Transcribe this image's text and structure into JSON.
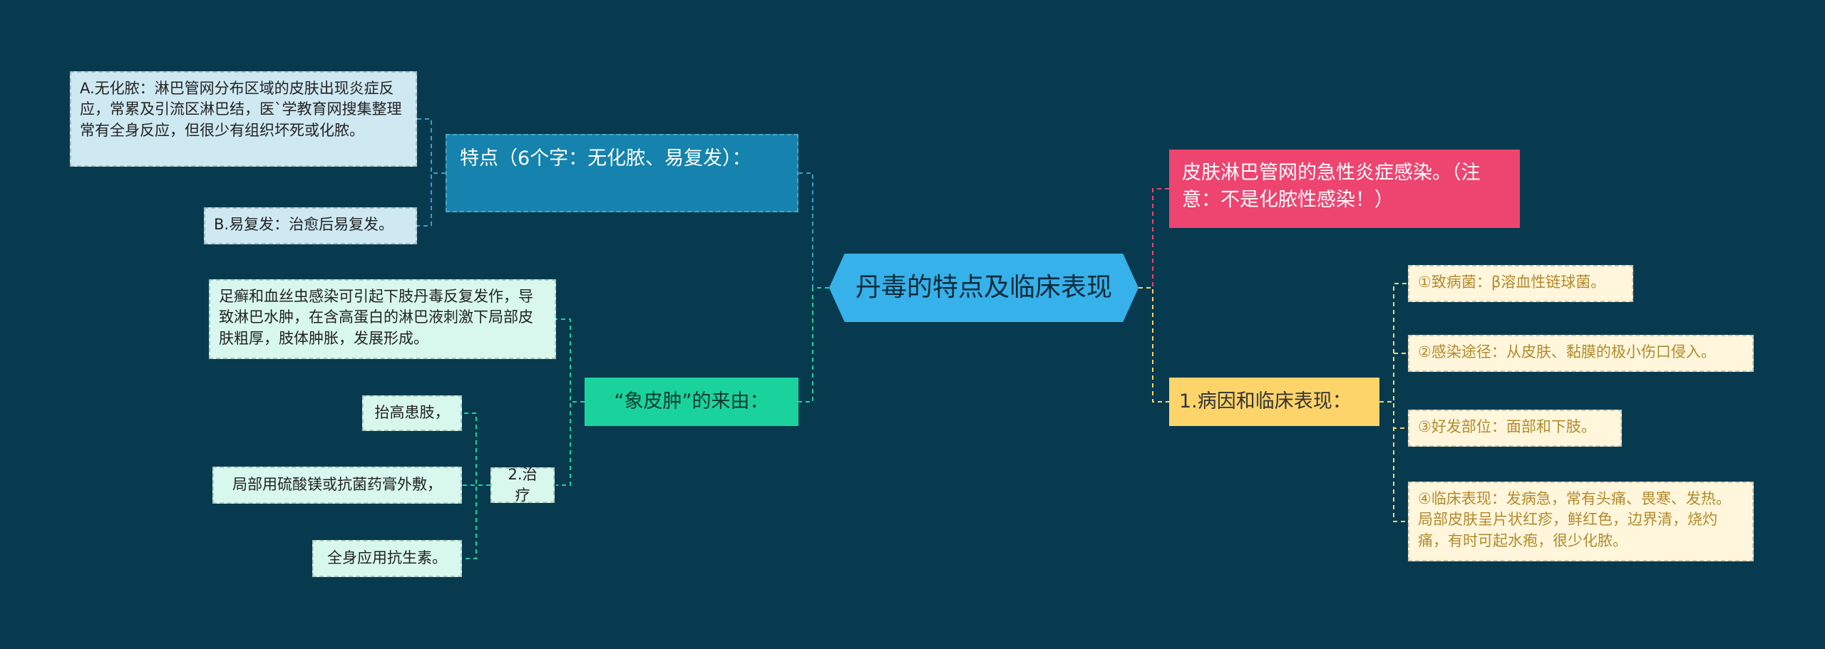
{
  "root": "丹毒的特点及临床表现",
  "right": {
    "definition": "皮肤淋巴管网的急性炎症感染。（注意：不是化脓性感染！）",
    "cause": {
      "title": "1.病因和临床表现：",
      "items": [
        "①致病菌：β溶血性链球菌。",
        "②感染途径：从皮肤、黏膜的极小伤口侵入。",
        "③好发部位：面部和下肢。",
        "④临床表现：发病急，常有头痛、畏寒、发热。局部皮肤呈片状红疹，鲜红色，边界清，烧灼痛，有时可起水疱，很少化脓。"
      ]
    }
  },
  "left": {
    "features": {
      "title": "特点（6个字：无化脓、易复发）：",
      "items": [
        "A.无化脓：淋巴管网分布区域的皮肤出现炎症反应，常累及引流区淋巴结，医`学教育网搜集整理常有全身反应，但很少有组织坏死或化脓。",
        "B.易复发：治愈后易复发。"
      ]
    },
    "elephant": {
      "title": "“象皮肿”的来由：",
      "origin": "足癣和血丝虫感染可引起下肢丹毒反复发作，导致淋巴水肿，在含高蛋白的淋巴液刺激下局部皮肤粗厚，肢体肿胀，发展形成。",
      "treatment": {
        "title": "2.治疗",
        "items": [
          "抬高患肢，",
          "局部用硫酸镁或抗菌药膏外敷，",
          "全身应用抗生素。"
        ]
      }
    }
  },
  "colors": {
    "background": "#073a4e",
    "root": "#36b1ea",
    "features": "#1583ad",
    "definition": "#ee4470",
    "cause": "#fdd46a",
    "elephant": "#1ad39c"
  }
}
